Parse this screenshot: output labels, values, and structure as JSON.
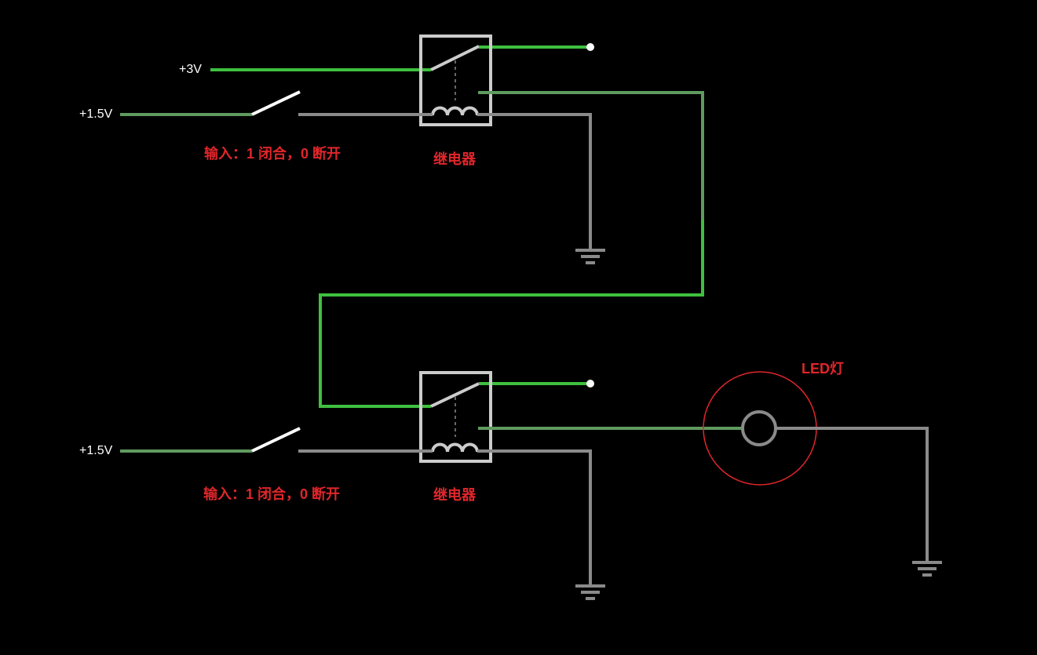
{
  "colors": {
    "background": "#000000",
    "wire_bright": "#3fbf3f",
    "wire_dim": "#5f9a5f",
    "wire_gray": "#8a8a8a",
    "relay_outline": "#cccccc",
    "switch": "#ffffff",
    "label_red": "#e0262b"
  },
  "stage1": {
    "supply_label": "+3V",
    "input_voltage_label": "+1.5V",
    "input_caption": "输入：1 闭合，0 断开",
    "relay_label": "继电器"
  },
  "stage2": {
    "input_voltage_label": "+1.5V",
    "input_caption": "输入：1 闭合，0 断开",
    "relay_label": "继电器"
  },
  "led": {
    "label": "LED灯"
  }
}
